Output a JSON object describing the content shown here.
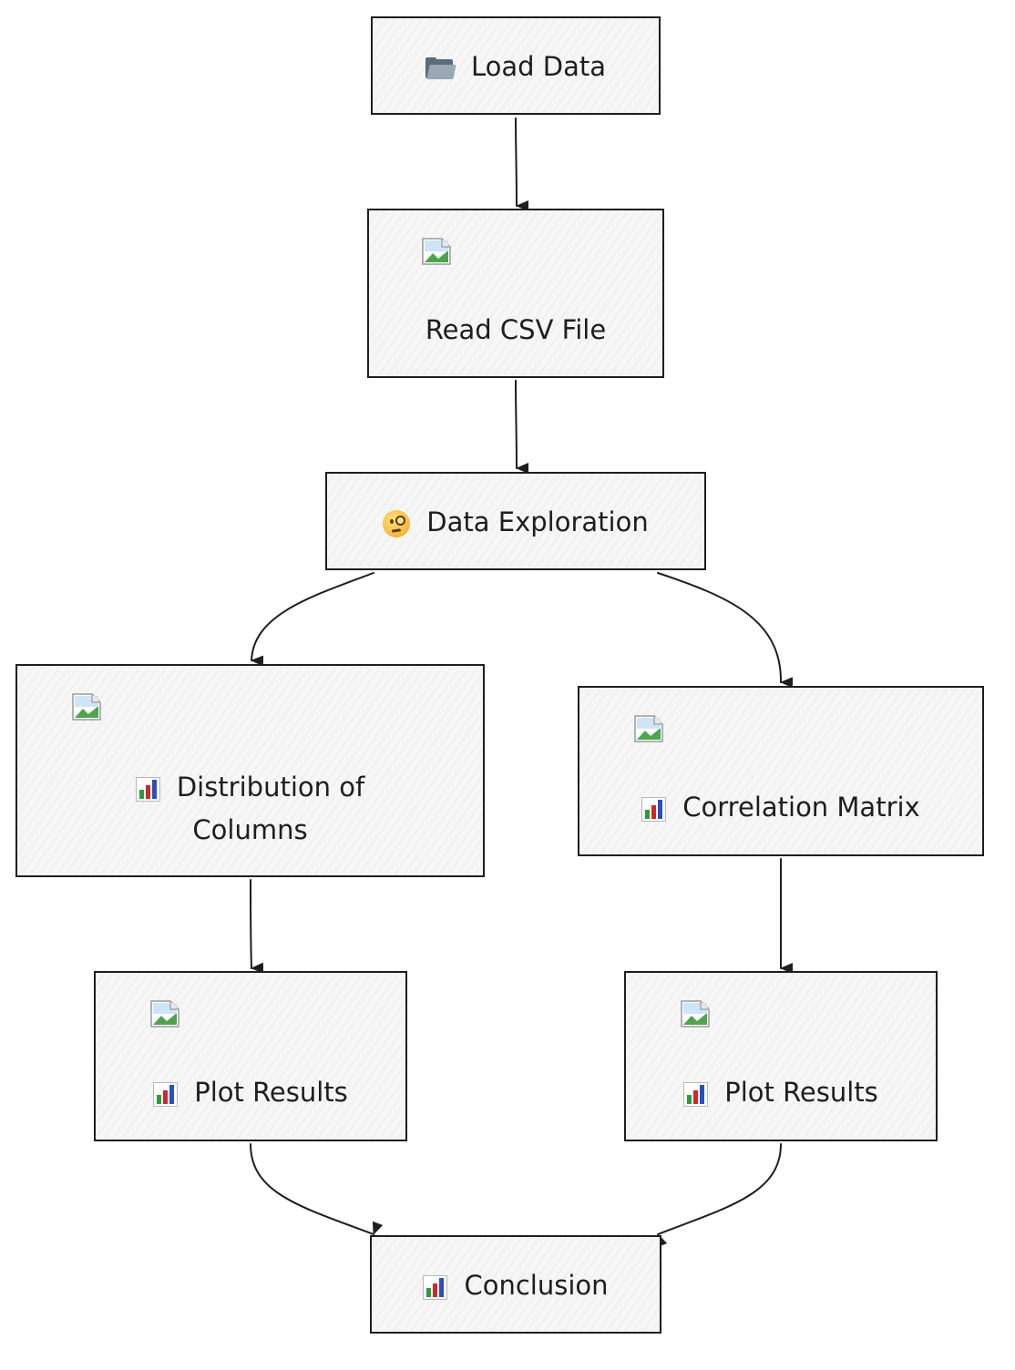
{
  "nodes": {
    "load_data": {
      "label": "Load Data",
      "icon": "folder-icon"
    },
    "read_csv": {
      "label": "Read CSV File",
      "icon": "broken-image-icon"
    },
    "data_exploration": {
      "label": "Data Exploration",
      "icon": "monocle-face-icon"
    },
    "distribution": {
      "label": "Distribution of Columns",
      "icon": "bar-chart-icon"
    },
    "correlation": {
      "label": "Correlation Matrix",
      "icon": "bar-chart-icon"
    },
    "plot_left": {
      "label": "Plot Results",
      "icon": "bar-chart-icon"
    },
    "plot_right": {
      "label": "Plot Results",
      "icon": "bar-chart-icon"
    },
    "conclusion": {
      "label": "Conclusion",
      "icon": "bar-chart-icon"
    }
  },
  "edges": [
    {
      "from": "load_data",
      "to": "read_csv"
    },
    {
      "from": "read_csv",
      "to": "data_exploration"
    },
    {
      "from": "data_exploration",
      "to": "distribution"
    },
    {
      "from": "data_exploration",
      "to": "correlation"
    },
    {
      "from": "distribution",
      "to": "plot_left"
    },
    {
      "from": "correlation",
      "to": "plot_right"
    },
    {
      "from": "plot_left",
      "to": "conclusion"
    },
    {
      "from": "plot_right",
      "to": "conclusion"
    }
  ],
  "colors": {
    "stroke": "#1e1e1e",
    "node_fill": "#f6f6f6"
  }
}
